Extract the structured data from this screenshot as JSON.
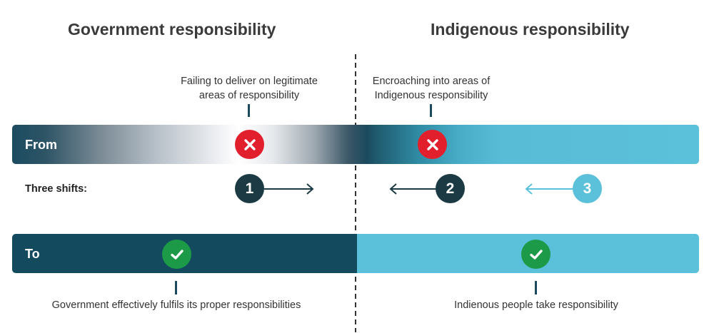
{
  "headings": {
    "left": "Government responsibility",
    "right": "Indigenous responsibility"
  },
  "notes": {
    "top_left": [
      "Failing to deliver on legitimate",
      "areas of responsibility"
    ],
    "top_right": [
      "Encroaching into areas of",
      "Indigenous responsibility"
    ],
    "bottom_left": "Government effectively fulfils its proper responsibilities",
    "bottom_right": "Indienous people take responsibility"
  },
  "bands": {
    "from_label": "From",
    "to_label": "To"
  },
  "shifts": {
    "label": "Three shifts:",
    "items": [
      {
        "number": "1",
        "direction": "right",
        "color": "#1b3a44"
      },
      {
        "number": "2",
        "direction": "left",
        "color": "#1b3a44"
      },
      {
        "number": "3",
        "direction": "left",
        "color": "#5bc0da"
      }
    ]
  },
  "icons": {
    "cross": "close-icon",
    "check": "check-icon"
  },
  "colors": {
    "dark_teal": "#134a5e",
    "light_teal": "#5bc0da",
    "red": "#e2202d",
    "green": "#1c9a48",
    "navy_circle": "#1b3a44"
  }
}
